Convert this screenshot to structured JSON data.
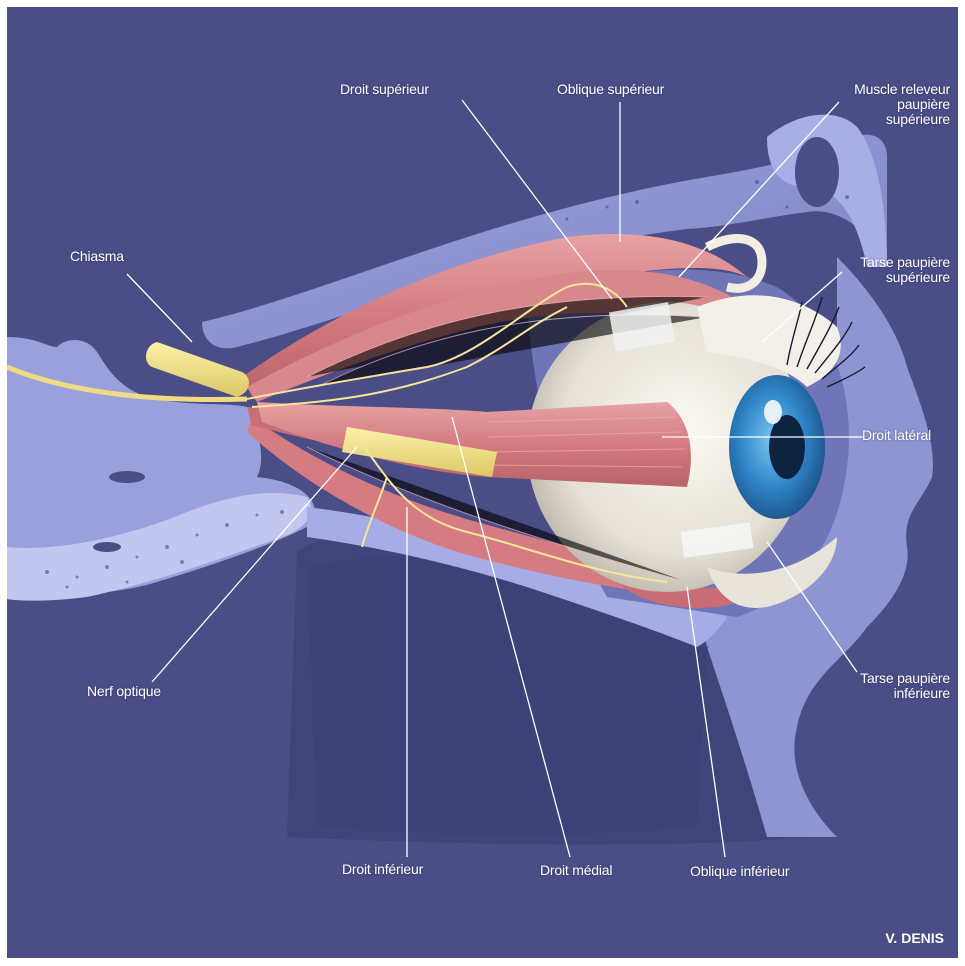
{
  "labels": {
    "droit_superieur": "Droit supérieur",
    "oblique_superieur": "Oblique supérieur",
    "muscle_releveur": [
      "Muscle releveur",
      "paupière",
      "supérieure"
    ],
    "chiasma": "Chiasma",
    "tarse_superieure": [
      "Tarse paupière",
      "supérieure"
    ],
    "droit_lateral": "Droit latéral",
    "nerf_optique": "Nerf optique",
    "tarse_inferieure": [
      "Tarse paupière",
      "inférieure"
    ],
    "droit_inferieur": "Droit inférieur",
    "droit_medial": "Droit médial",
    "oblique_inferieur": "Oblique inférieur"
  },
  "credit": "V. DENIS",
  "colors": {
    "background": "#4a4d86",
    "bone": "#8e94d2",
    "bone_light": "#b3b8ea",
    "muscle": "#d9858a",
    "nerve": "#f2e48c",
    "iris": "#3a8fd0",
    "sclera": "#ece8df",
    "leader_line": "#ffffff"
  },
  "icons": {
    "figure": "eye-orbit-muscles-illustration"
  }
}
